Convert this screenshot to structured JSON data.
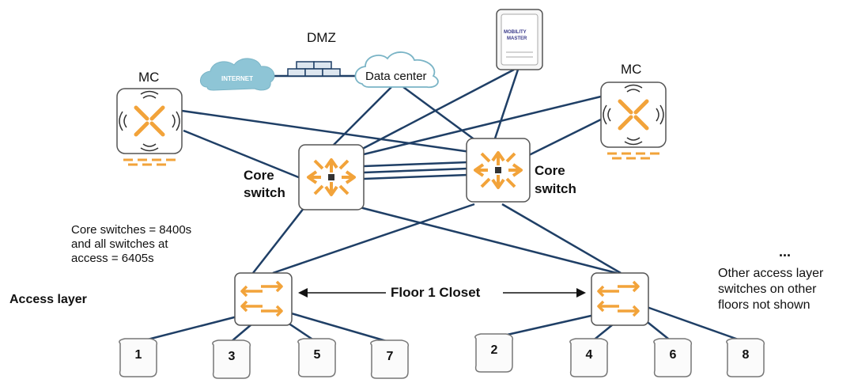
{
  "labels": {
    "dmz": "DMZ",
    "internet": "INTERNET",
    "data_center": "Data center",
    "mobility_master_line1": "MOBILITY",
    "mobility_master_line2": "MASTER",
    "mc_left": "MC",
    "mc_right": "MC",
    "core_left_line1": "Core",
    "core_left_line2": "switch",
    "core_right_line1": "Core",
    "core_right_line2": "switch",
    "note_line1": "Core switches = 8400s",
    "note_line2": "and all switches at",
    "note_line3": "access = 6405s",
    "access_layer": "Access layer",
    "floor_closet": "Floor 1 Closet",
    "ellipsis": "...",
    "other_line1": "Other access layer",
    "other_line2": "switches on other",
    "other_line3": "floors not shown"
  },
  "access_points": [
    "1",
    "3",
    "5",
    "7",
    "2",
    "4",
    "6",
    "8"
  ],
  "colors": {
    "link": "#1f3f66",
    "orange": "#f2a33a",
    "cloud": "#8ec5d6",
    "device_border": "#555555"
  }
}
